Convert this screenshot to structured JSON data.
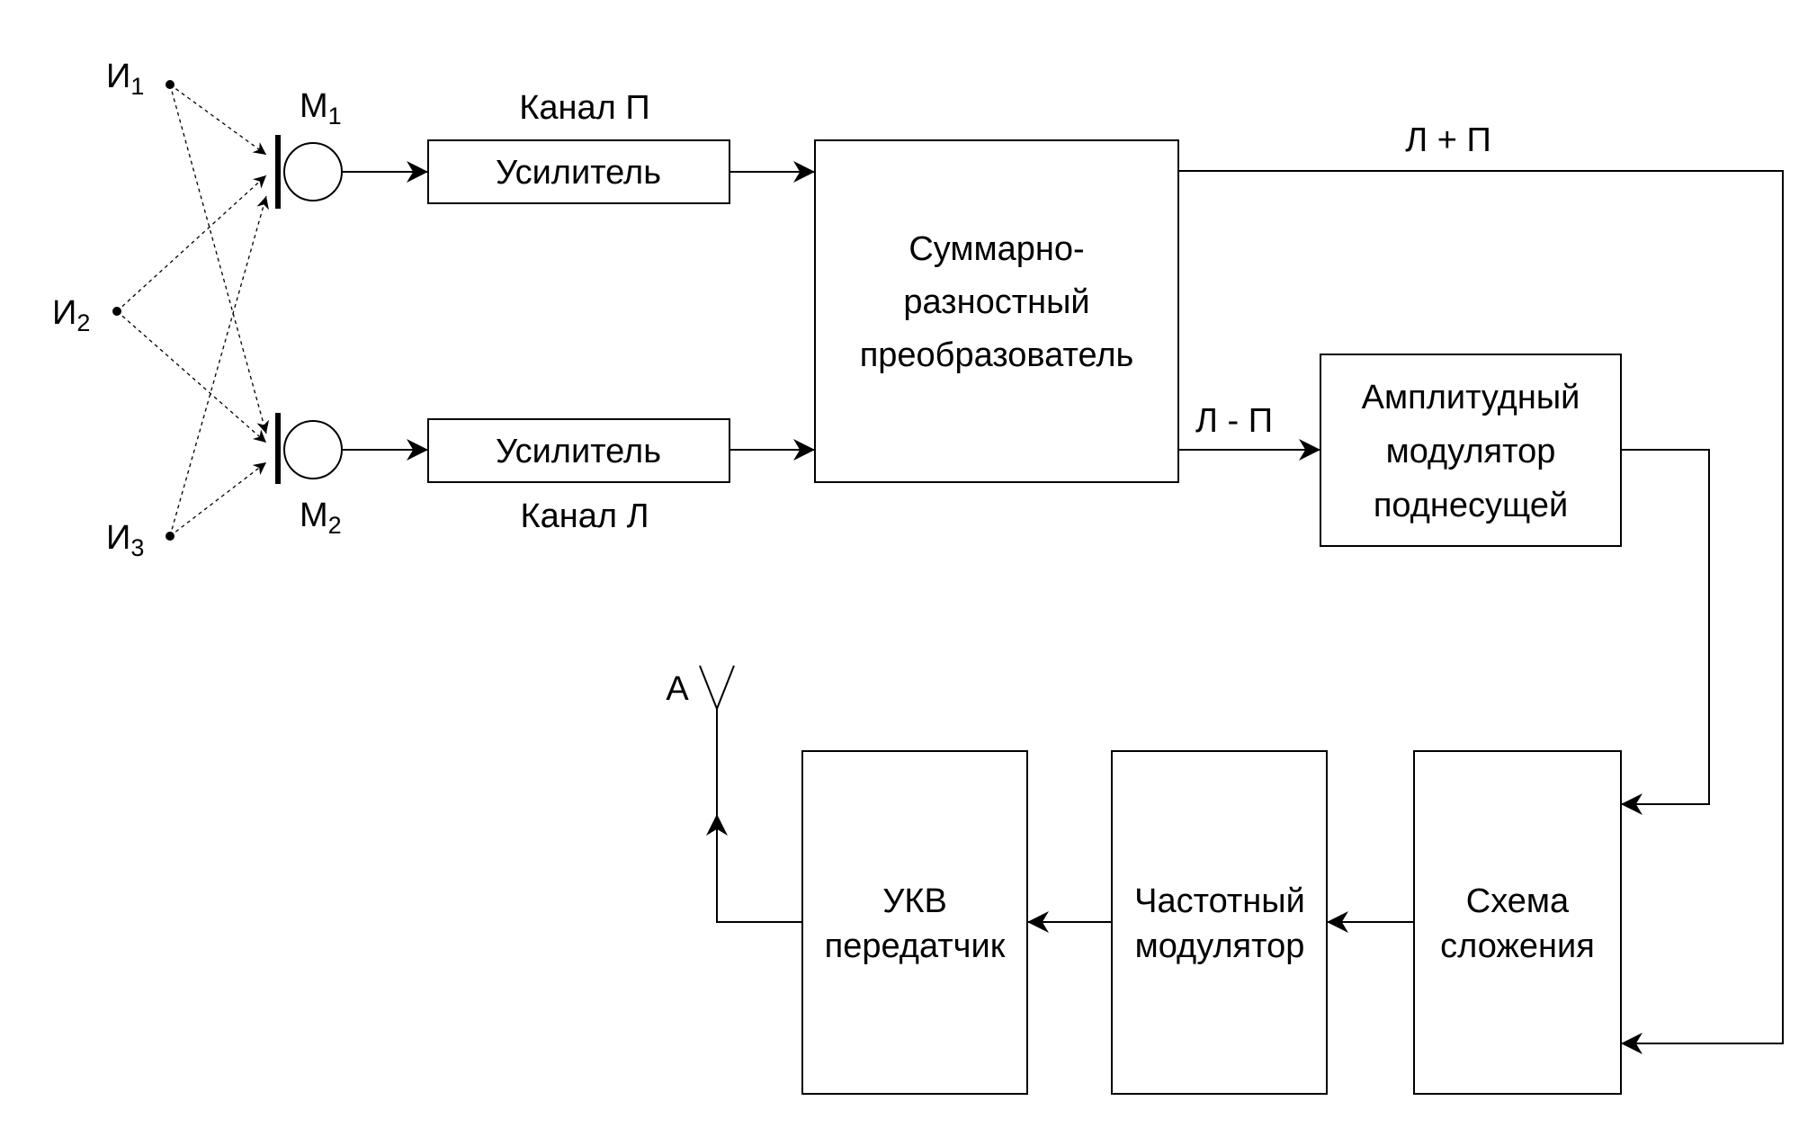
{
  "sources": [
    {
      "letter": "И",
      "index": "1"
    },
    {
      "letter": "И",
      "index": "2"
    },
    {
      "letter": "И",
      "index": "3"
    }
  ],
  "microphones": [
    {
      "letter": "М",
      "index": "1"
    },
    {
      "letter": "М",
      "index": "2"
    }
  ],
  "channels": {
    "right": "Канал П",
    "left": "Канал Л"
  },
  "amplifiers": {
    "top": "Усилитель",
    "bottom": "Усилитель"
  },
  "converter": {
    "line1": "Суммарно-",
    "line2": "разностный",
    "line3": "преобразователь"
  },
  "signals": {
    "sum": "Л + П",
    "diff": "Л - П"
  },
  "am_modulator": {
    "line1": "Амплитудный",
    "line2": "модулятор",
    "line3": "поднесущей"
  },
  "summing_circuit": {
    "line1": "Схема",
    "line2": "сложения"
  },
  "fm_modulator": {
    "line1": "Частотный",
    "line2": "модулятор"
  },
  "transmitter": {
    "line1": "УКВ",
    "line2": "передатчик"
  },
  "antenna": {
    "label": "А"
  }
}
